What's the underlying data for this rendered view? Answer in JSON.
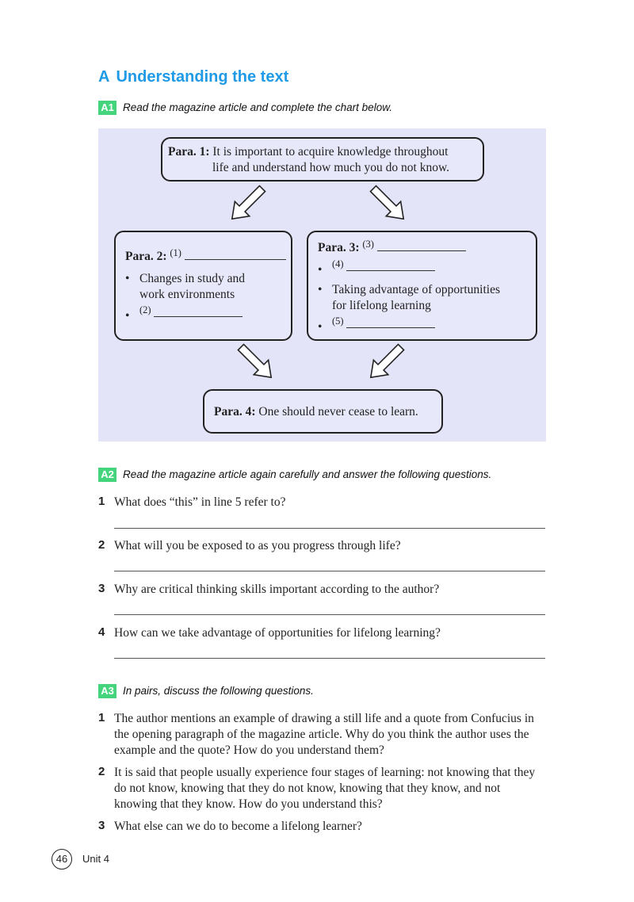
{
  "section": {
    "letter": "A",
    "title": "Understanding the text"
  },
  "colors": {
    "heading": "#1f9ae6",
    "badge": "#44d47c",
    "panel": "#e4e4f9"
  },
  "a1": {
    "badge": "A1",
    "instruction": "Read the magazine article and complete the chart below.",
    "para1": {
      "label": "Para. 1:",
      "line1": "It is important to acquire knowledge throughout",
      "line2": "life and understand how much you do not know."
    },
    "para2": {
      "label": "Para. 2:",
      "blank1": "(1)",
      "bullet1_line1": "Changes in study and",
      "bullet1_line2": "work environments",
      "blank2": "(2)"
    },
    "para3": {
      "label": "Para. 3:",
      "blank3": "(3)",
      "blank4": "(4)",
      "bullet2_line1": "Taking advantage of opportunities",
      "bullet2_line2": "for lifelong learning",
      "blank5": "(5)"
    },
    "para4": {
      "label": "Para. 4:",
      "text": "One should never cease to learn."
    }
  },
  "a2": {
    "badge": "A2",
    "instruction": "Read the magazine article again carefully and answer the following questions.",
    "questions": [
      {
        "n": "1",
        "text": "What does “this” in line 5 refer to?"
      },
      {
        "n": "2",
        "text": "What will you be exposed to as you progress through life?"
      },
      {
        "n": "3",
        "text": "Why are critical thinking skills important according to the author?"
      },
      {
        "n": "4",
        "text": "How can we take advantage of opportunities for lifelong learning?"
      }
    ]
  },
  "a3": {
    "badge": "A3",
    "instruction": "In pairs, discuss the following questions.",
    "questions": [
      {
        "n": "1",
        "text": "The author mentions an example of drawing a still life and a quote from Confucius in the opening paragraph of the magazine article. Why do you think the author uses the example and the quote? How do you understand them?"
      },
      {
        "n": "2",
        "text": "It is said that people usually experience four stages of learning: not knowing that they do not know, knowing that they do not know, knowing that they know, and not knowing that they know. How do you understand this?"
      },
      {
        "n": "3",
        "text": "What else can we do to become a lifelong learner?"
      }
    ]
  },
  "footer": {
    "page": "46",
    "unit": "Unit 4"
  }
}
